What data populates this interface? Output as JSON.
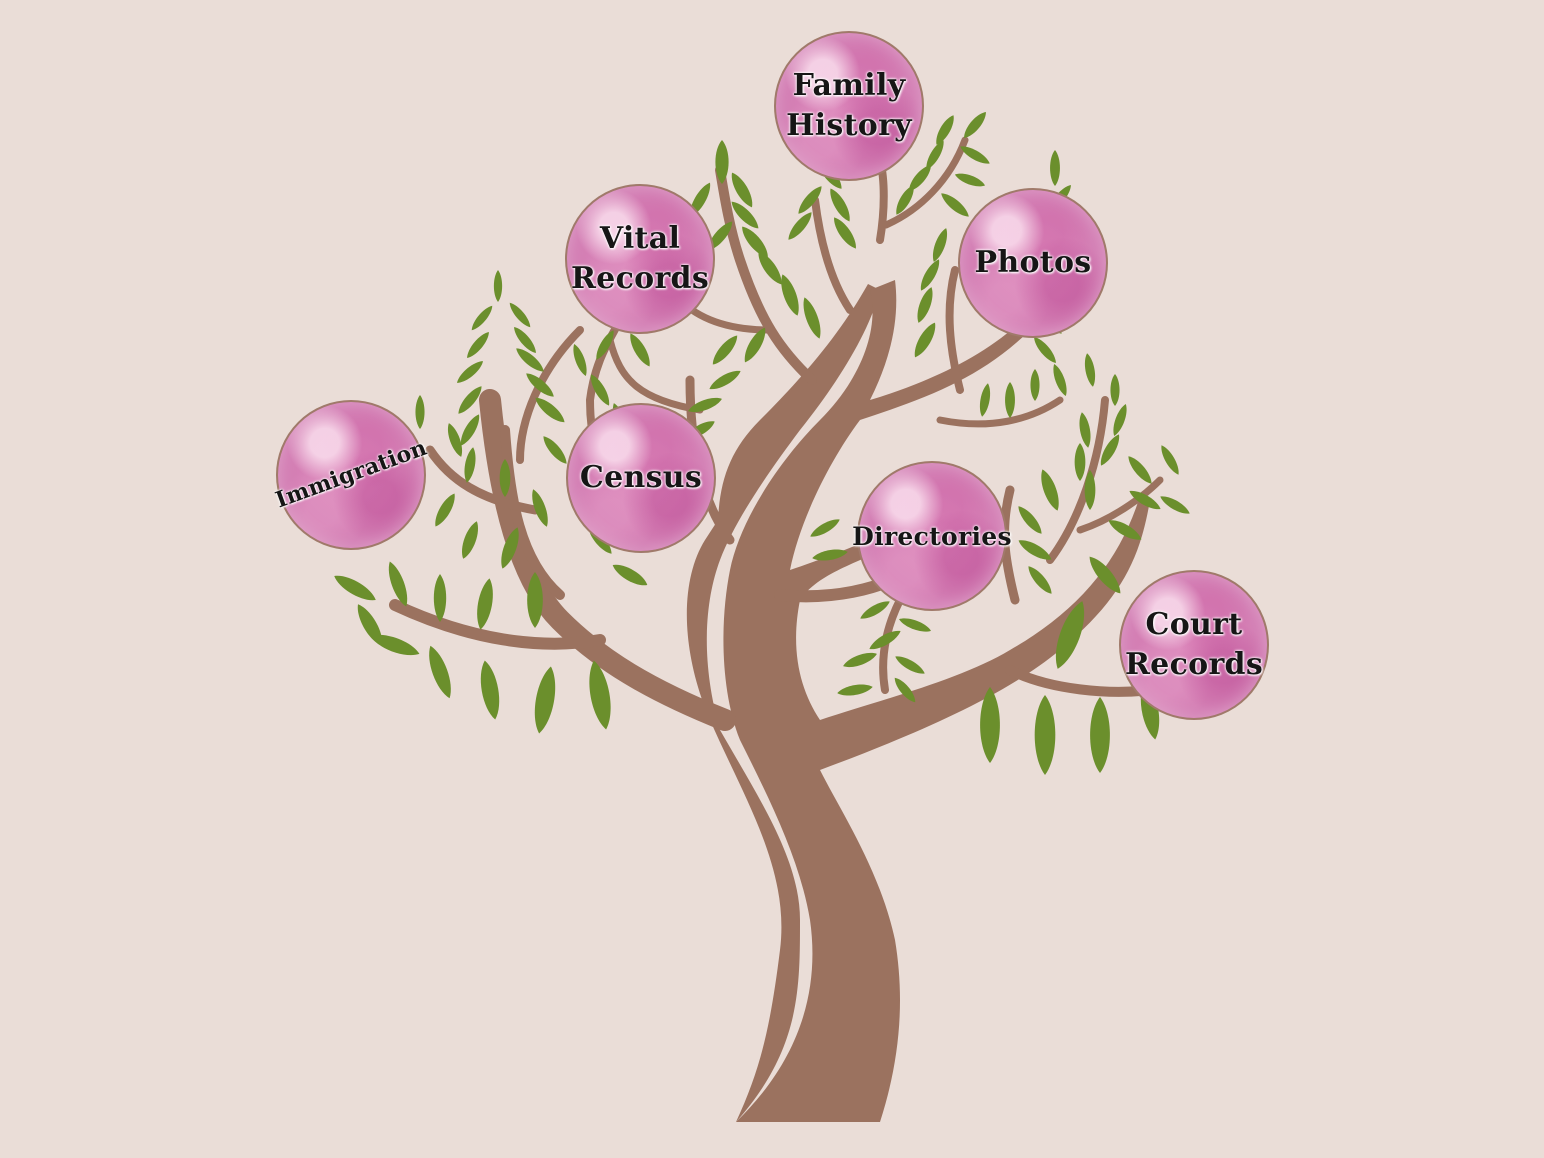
{
  "colors": {
    "background": "#eaddd7",
    "trunk": "#9b725f",
    "leaf": "#6b8f2c",
    "bubble": "#d47eb4",
    "label_text": "#161616"
  },
  "nodes": [
    {
      "id": "family-history",
      "label": "Family\nHistory"
    },
    {
      "id": "vital-records",
      "label": "Vital\nRecords"
    },
    {
      "id": "photos",
      "label": "Photos"
    },
    {
      "id": "immigration",
      "label": "Immigration"
    },
    {
      "id": "census",
      "label": "Census"
    },
    {
      "id": "directories",
      "label": "Directories"
    },
    {
      "id": "court-records",
      "label": "Court\nRecords"
    }
  ]
}
